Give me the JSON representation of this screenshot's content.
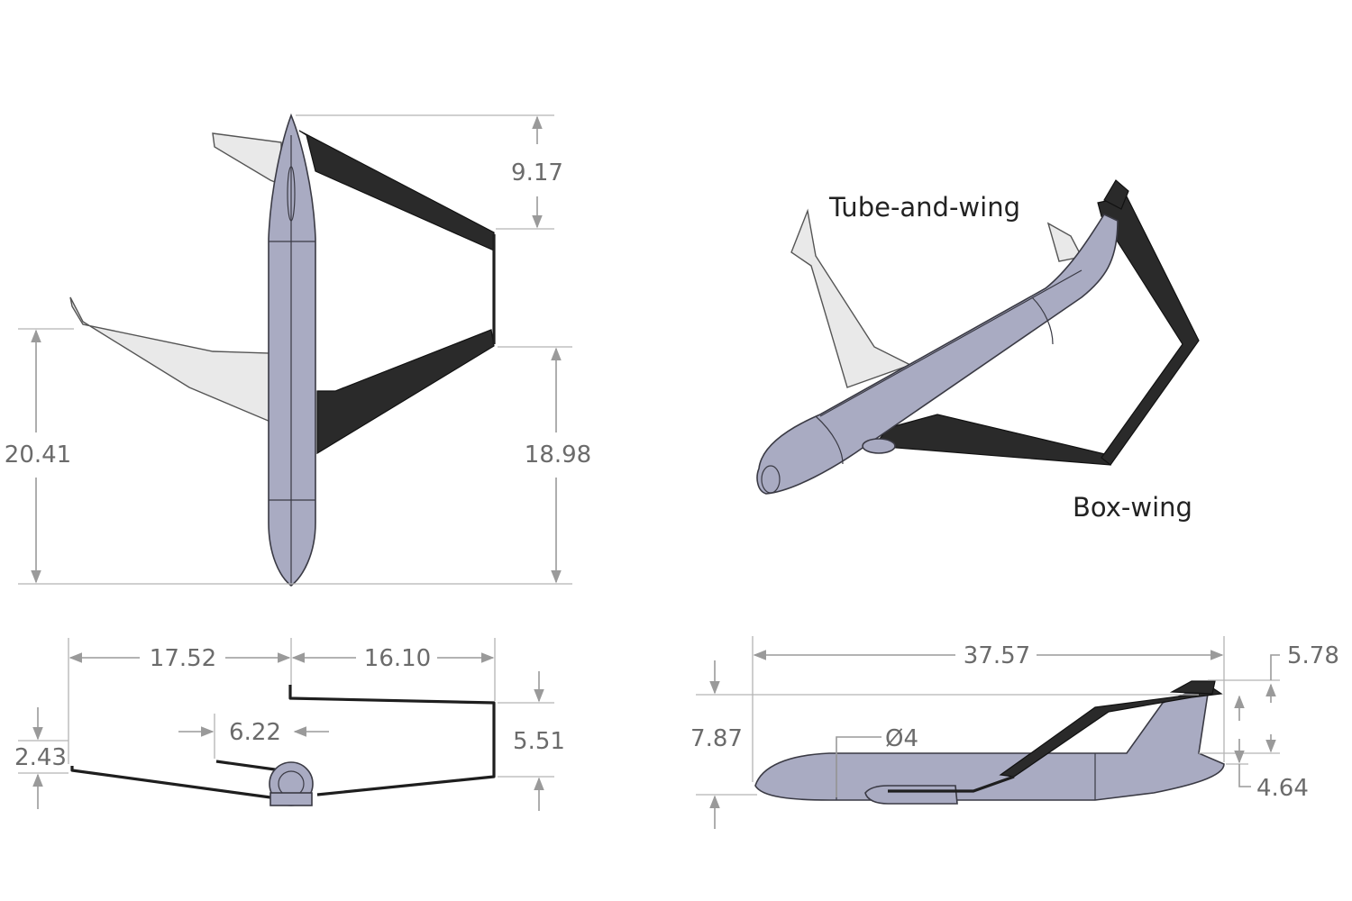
{
  "views": {
    "top": {
      "dims": {
        "span_top": "9.17",
        "left_height": "20.41",
        "right_height": "18.98"
      }
    },
    "iso": {
      "labels": {
        "tube_and_wing": "Tube-and-wing",
        "box_wing": "Box-wing"
      }
    },
    "front": {
      "dims": {
        "left_span": "17.52",
        "right_span": "16.10",
        "gap": "6.22",
        "box_height": "5.51",
        "dihedral": "2.43"
      }
    },
    "side": {
      "dims": {
        "length": "37.57",
        "height": "7.87",
        "diameter": "Ø4",
        "tail_top": "5.78",
        "tail_low": "4.64"
      }
    }
  },
  "colors": {
    "fuselage": "#a9abc2",
    "conventional_wing": "#e9e9e9",
    "box_wing": "#2a2a2a",
    "dimension": "#9a9a9a"
  }
}
